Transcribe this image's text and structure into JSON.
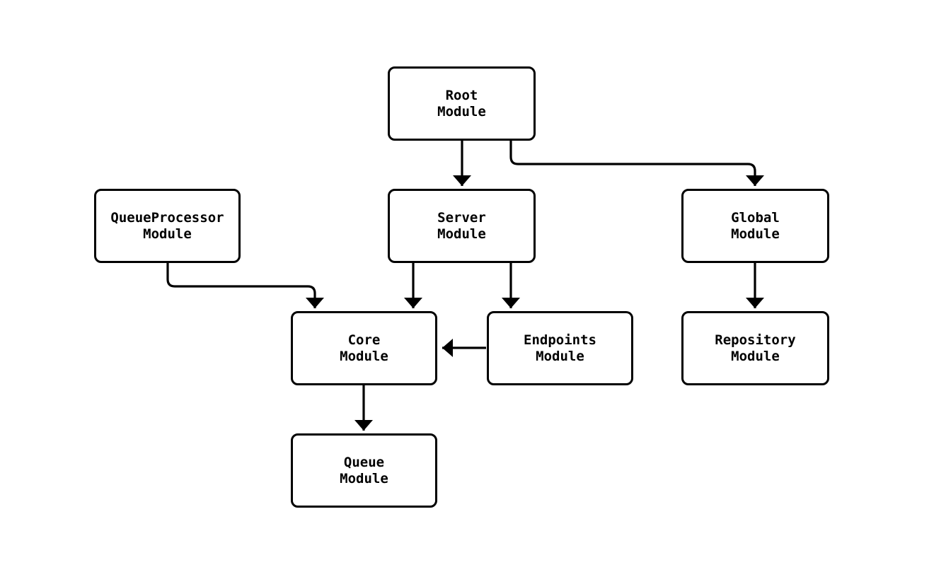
{
  "diagram": {
    "type": "flowchart",
    "background_color": "#ffffff",
    "node_fill_color": "#ffffff",
    "line_color": "#000000",
    "text_color": "#000000",
    "nodes": [
      {
        "id": "root",
        "line1": "Root",
        "line2": "Module"
      },
      {
        "id": "queueprocessor",
        "line1": "QueueProcessor",
        "line2": "Module"
      },
      {
        "id": "server",
        "line1": "Server",
        "line2": "Module"
      },
      {
        "id": "global",
        "line1": "Global",
        "line2": "Module"
      },
      {
        "id": "core",
        "line1": "Core",
        "line2": "Module"
      },
      {
        "id": "endpoints",
        "line1": "Endpoints",
        "line2": "Module"
      },
      {
        "id": "repository",
        "line1": "Repository",
        "line2": "Module"
      },
      {
        "id": "queue",
        "line1": "Queue",
        "line2": "Module"
      }
    ],
    "edges": [
      {
        "from": "root",
        "to": "server"
      },
      {
        "from": "root",
        "to": "global"
      },
      {
        "from": "queueprocessor",
        "to": "core"
      },
      {
        "from": "server",
        "to": "core"
      },
      {
        "from": "server",
        "to": "endpoints"
      },
      {
        "from": "global",
        "to": "repository"
      },
      {
        "from": "endpoints",
        "to": "core"
      },
      {
        "from": "core",
        "to": "queue"
      }
    ]
  }
}
